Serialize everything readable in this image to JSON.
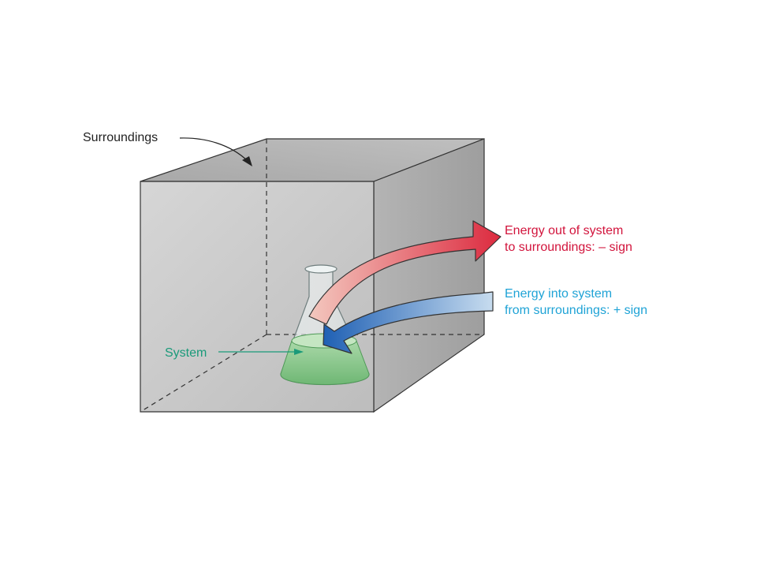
{
  "labels": {
    "surroundings": "Surroundings",
    "system": "System",
    "energy_out": {
      "line1": "Energy out of system",
      "line2": "to surroundings: – sign"
    },
    "energy_in": {
      "line1": "Energy into system",
      "line2": "from surroundings: + sign"
    }
  },
  "colors": {
    "system_label": "#1a9a7a",
    "energy_out_text": "#d2143c",
    "energy_in_text": "#1fa3d6",
    "energy_out_arrow_start": "#f3c6bd",
    "energy_out_arrow_end": "#dc2a3f",
    "energy_in_arrow_start": "#c7dcef",
    "energy_in_arrow_end": "#1f60b4",
    "box_face": "#c8c8c8",
    "solution": "#8bc98d"
  }
}
